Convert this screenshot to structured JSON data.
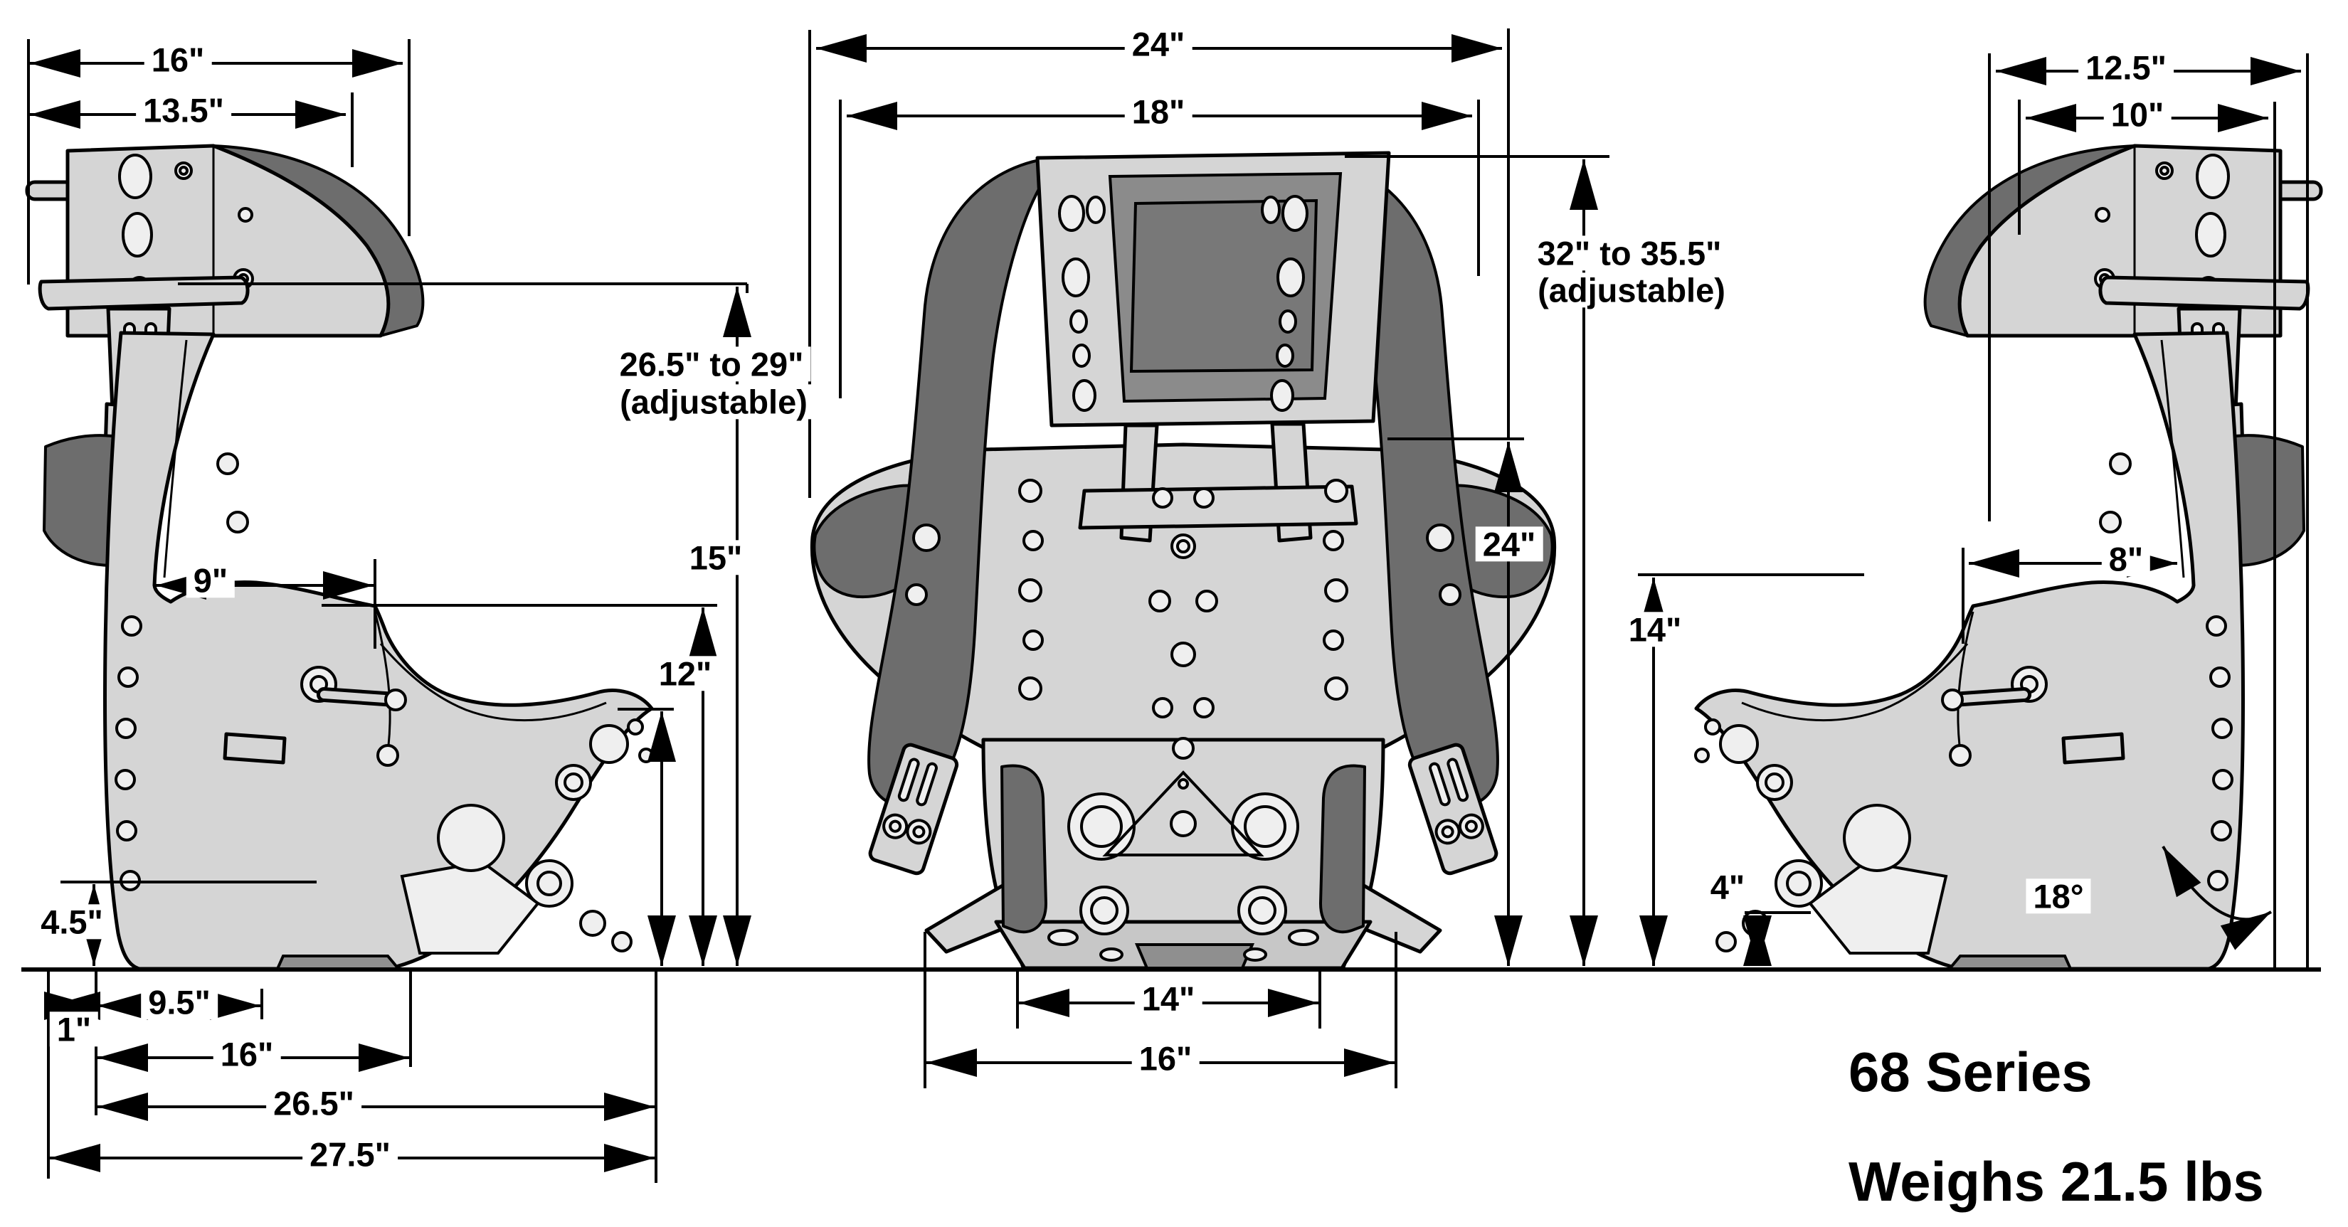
{
  "product": {
    "series": "68 Series",
    "weight": "Weighs 21.5 lbs"
  },
  "views": {
    "side_left": {
      "headrest_depth": "16\"",
      "headrest_pad_depth": "13.5\"",
      "seat_back_height_range": "26.5\" to 29\"",
      "seat_back_height_note": "(adjustable)",
      "back_opening": "9\"",
      "seat_back_top_height": "15\"",
      "front_lip_height": "12\"",
      "side_flange_clearance": "4.5\"",
      "rear_offset": "1\"",
      "rear_mount_span": "9.5\"",
      "bottom_span": "16\"",
      "seat_depth": "26.5\"",
      "overall_depth": "27.5\""
    },
    "front_center": {
      "overall_width": "24\"",
      "headrest_width": "18\"",
      "overall_height_range": "32\" to 35.5\"",
      "overall_height_note": "(adjustable)",
      "shoulder_height": "24\"",
      "base_width": "14\"",
      "base_outer_width": "16\""
    },
    "side_right": {
      "headrest_depth": "12.5\"",
      "headrest_pad_depth": "10\"",
      "shoulder_opening": "8\"",
      "thigh_height": "14\"",
      "front_clearance": "4\"",
      "back_recline_angle": "18°"
    }
  },
  "colors": {
    "background": "#ffffff",
    "outline": "#000000",
    "shell_light": "#d5d5d5",
    "shell_mid": "#c7c7c7",
    "pad_dark": "#6d6d6d",
    "panel_dark": "#787878",
    "base_notch": "#8f8f8f"
  }
}
